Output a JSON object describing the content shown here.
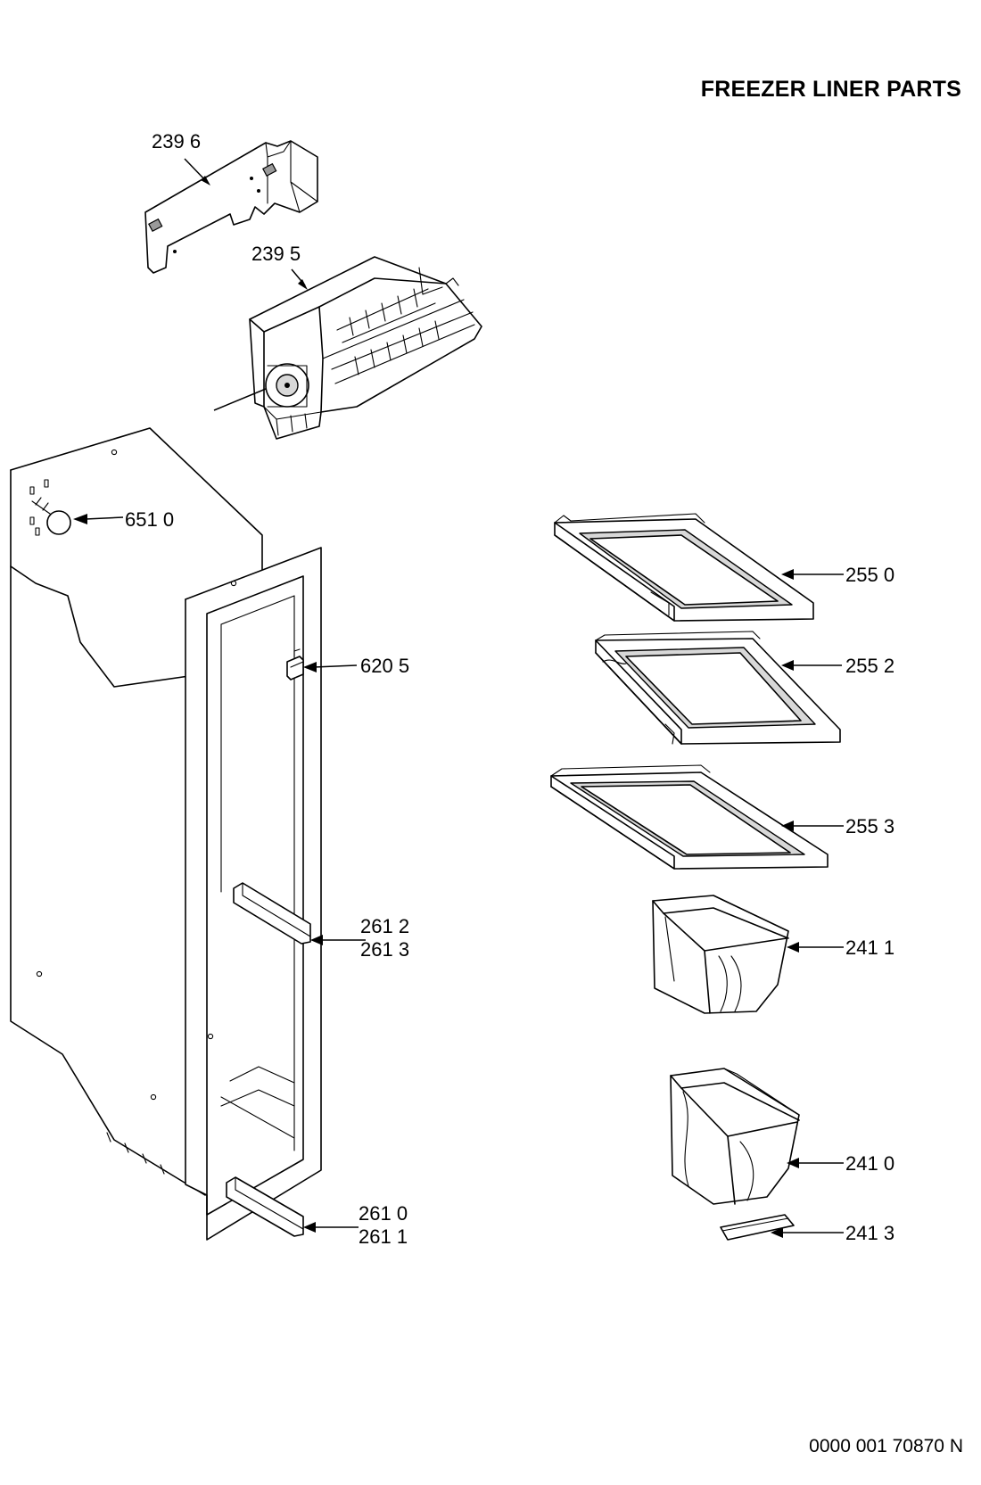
{
  "header": {
    "title": "FREEZER LINER PARTS"
  },
  "footer": {
    "doc_number": "0000 001 70870 N"
  },
  "callouts": {
    "c2396": "239 6",
    "c2395": "239 5",
    "c6510": "651 0",
    "c6205": "620 5",
    "c2612": "261 2",
    "c2613": "261 3",
    "c2610": "261 0",
    "c2611": "261 1",
    "c2550": "255 0",
    "c2552": "255 2",
    "c2553": "255 3",
    "c2411": "241 1",
    "c2410": "241 0",
    "c2413": "241 3"
  }
}
